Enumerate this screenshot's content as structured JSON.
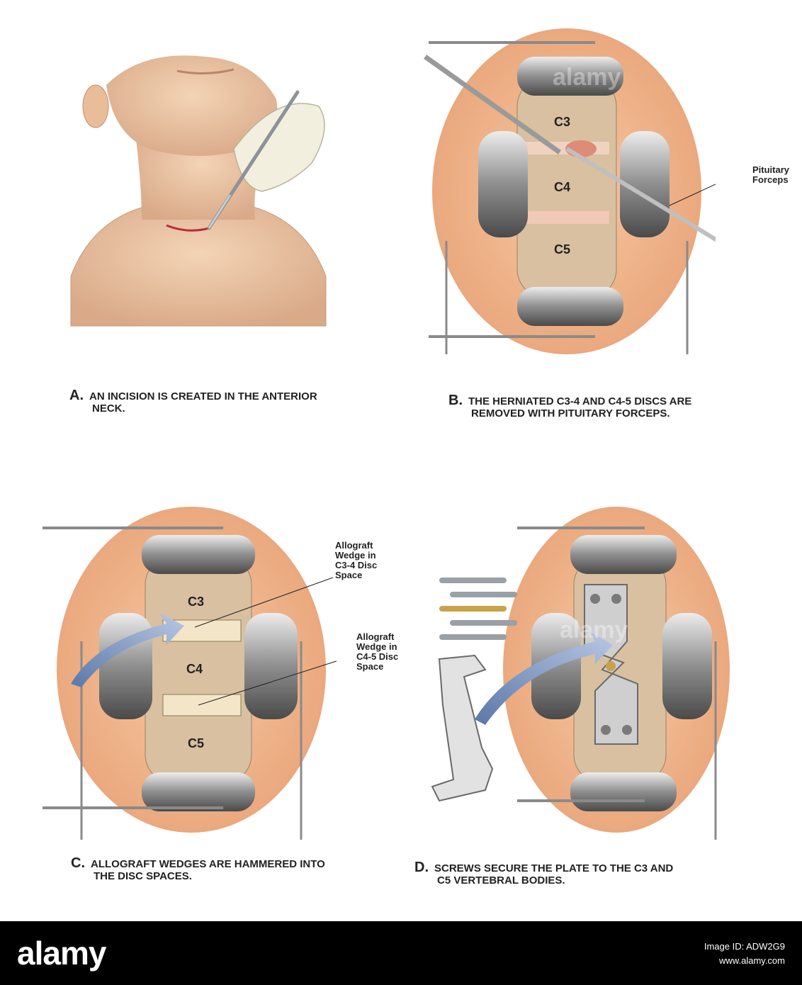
{
  "panels": {
    "a": {
      "letter": "A.",
      "caption_line1": "AN INCISION IS CREATED IN THE ANTERIOR",
      "caption_line2": "NECK."
    },
    "b": {
      "letter": "B.",
      "caption_line1": "THE HERNIATED C3-4 AND C4-5 DISCS ARE",
      "caption_line2": "REMOVED WITH PITUITARY FORCEPS.",
      "vertebrae": [
        "C3",
        "C4",
        "C5"
      ],
      "callout_line1": "Pituitary",
      "callout_line2": "Forceps"
    },
    "c": {
      "letter": "C.",
      "caption_line1": "ALLOGRAFT WEDGES ARE HAMMERED INTO",
      "caption_line2": "THE DISC SPACES.",
      "vertebrae": [
        "C3",
        "C4",
        "C5"
      ],
      "callout1": [
        "Allograft",
        "Wedge in",
        "C3-4 Disc",
        "Space"
      ],
      "callout2": [
        "Allograft",
        "Wedge in",
        "C4-5 Disc",
        "Space"
      ]
    },
    "d": {
      "letter": "D.",
      "caption_line1": "SCREWS SECURE THE PLATE TO THE C3 AND",
      "caption_line2": "C5 VERTEBRAL BODIES."
    }
  },
  "footer": {
    "brand": "alamy",
    "image_id_label": "Image ID: ADW2G9",
    "site": "www.alamy.com"
  },
  "watermark": "alamy"
}
